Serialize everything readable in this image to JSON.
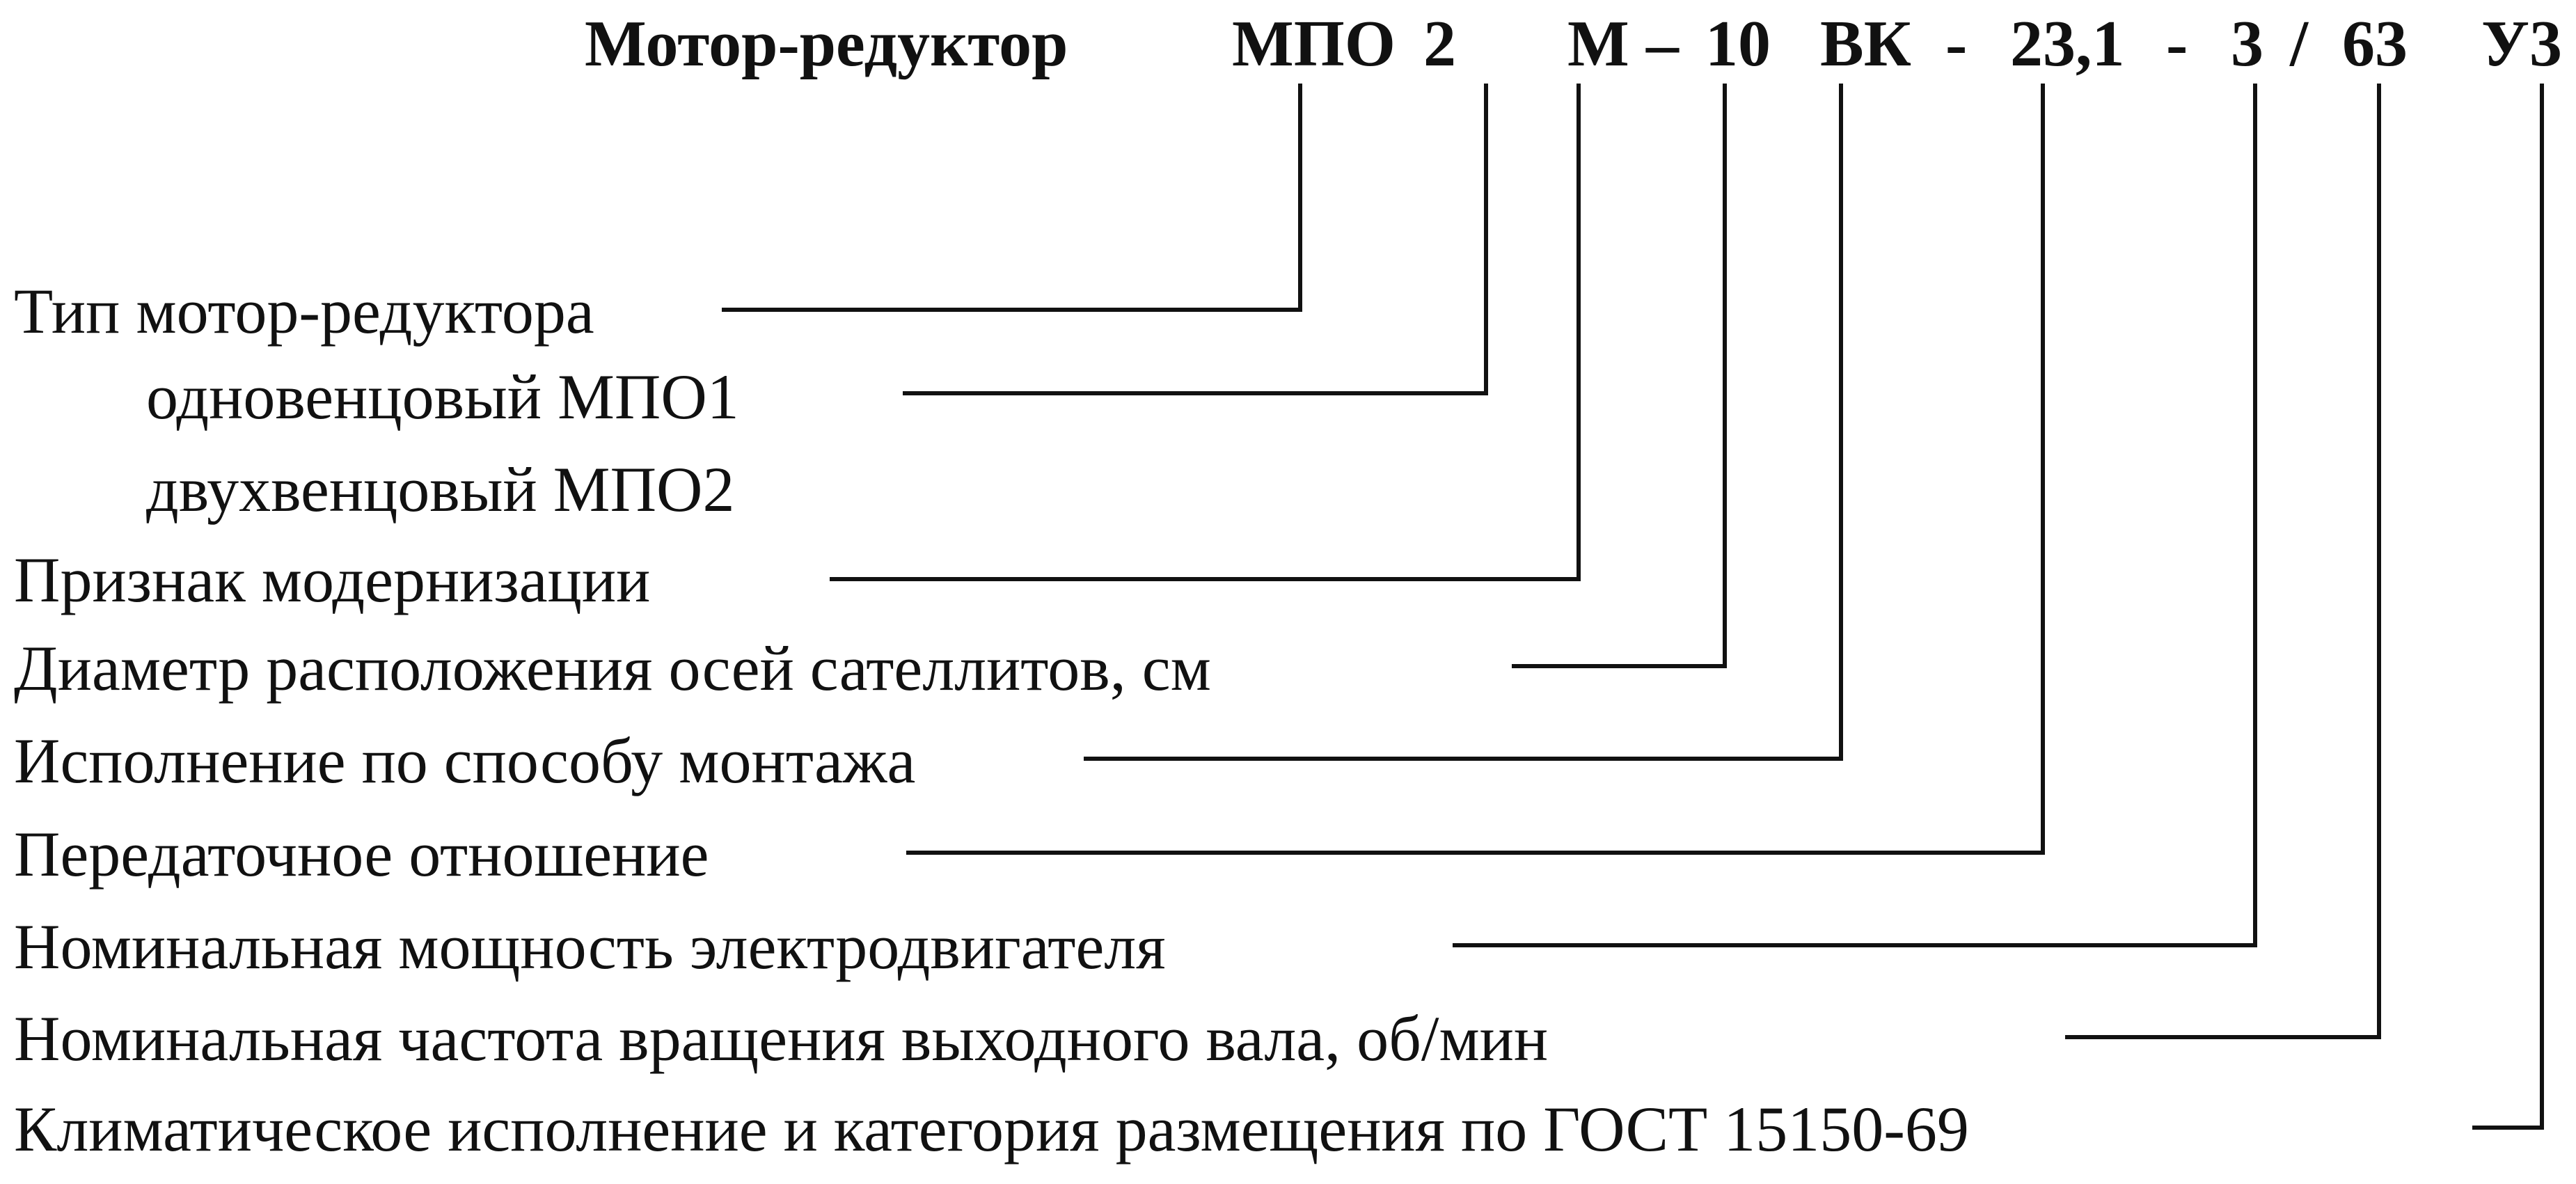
{
  "designation": {
    "prefix": "Мотор-редуктор",
    "type": "МПО",
    "crowns": "2",
    "modernization": "М",
    "dash1": "–",
    "diameter": "10",
    "mounting": "ВК",
    "dash2": "-",
    "ratio": "23,1",
    "dash3": "-",
    "power": "3",
    "slash": "/",
    "speed": "63",
    "climate": "У3"
  },
  "labels": {
    "type_title": "Тип мотор-редуктора",
    "type_single": "одновенцовый  МПО1",
    "type_double": "двухвенцовый  МПО2",
    "modernization": "Признак модернизации",
    "diameter": "Диаметр расположения осей сателлитов, см",
    "mounting": "Исполнение по способу монтажа",
    "ratio": "Передаточное отношение",
    "power": "Номинальная мощность электродвигателя",
    "speed": "Номинальная частота вращения выходного вала, об/мин",
    "climate": "Климатическое исполнение и категория размещения по ГОСТ 15150-69"
  }
}
